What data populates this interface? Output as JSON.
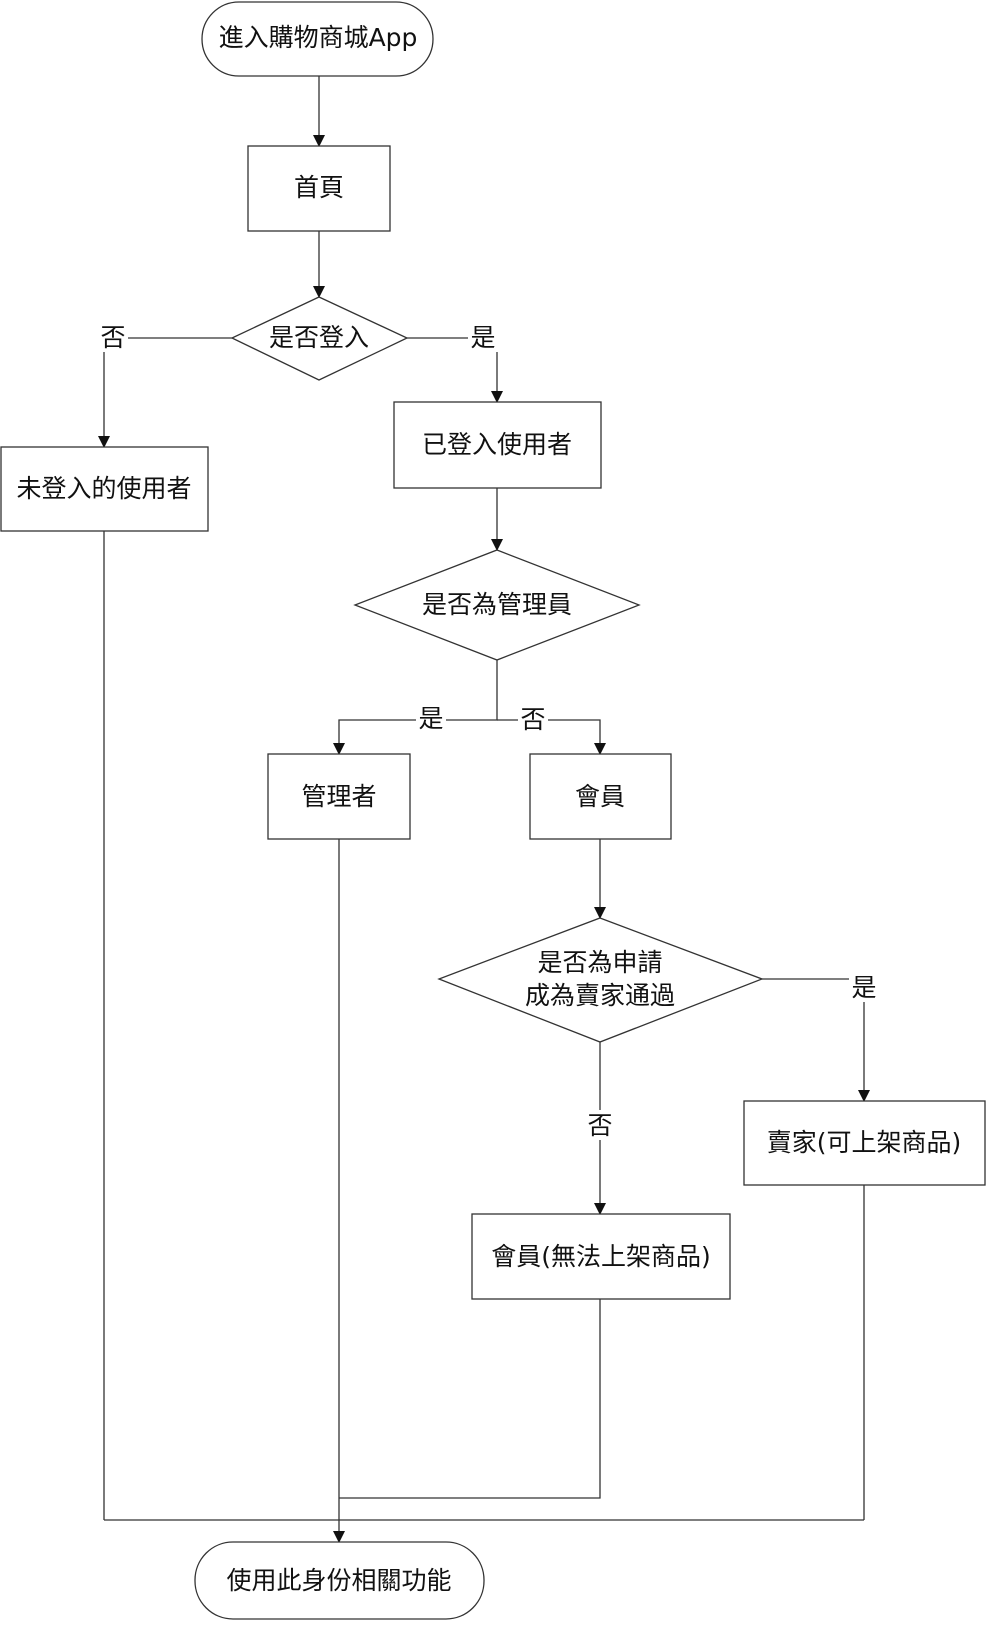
{
  "nodes": {
    "start": "進入購物商城App",
    "home": "首頁",
    "q_login": "是否登入",
    "logged_in": "已登入使用者",
    "guest": "未登入的使用者",
    "q_admin": "是否為管理員",
    "admin": "管理者",
    "member": "會員",
    "q_seller_line1": "是否為申請",
    "q_seller_line2": "成為賣家通過",
    "seller": "賣家(可上架商品)",
    "member_no_listing": "會員(無法上架商品)",
    "end": "使用此身份相關功能"
  },
  "edge_labels": {
    "login_no": "否",
    "login_yes": "是",
    "admin_yes": "是",
    "admin_no": "否",
    "seller_yes": "是",
    "seller_no": "否"
  }
}
